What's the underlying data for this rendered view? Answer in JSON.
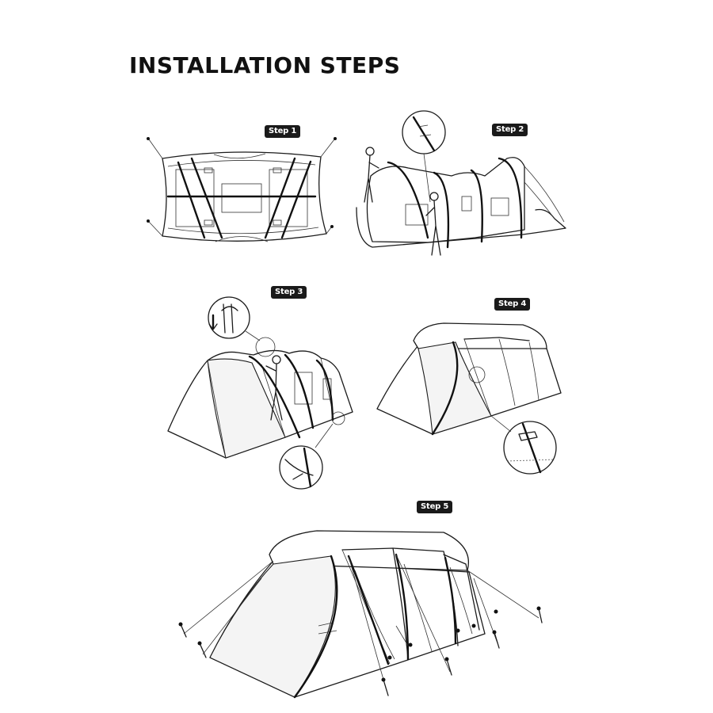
{
  "page": {
    "title": "INSTALLATION STEPS"
  },
  "steps": [
    {
      "label": "Step 1"
    },
    {
      "label": "Step 2"
    },
    {
      "label": "Step 3"
    },
    {
      "label": "Step 4"
    },
    {
      "label": "Step 5"
    }
  ],
  "colors": {
    "ink": "#1c1c1c",
    "badge": "#1a1a1a",
    "background": "#ffffff"
  }
}
